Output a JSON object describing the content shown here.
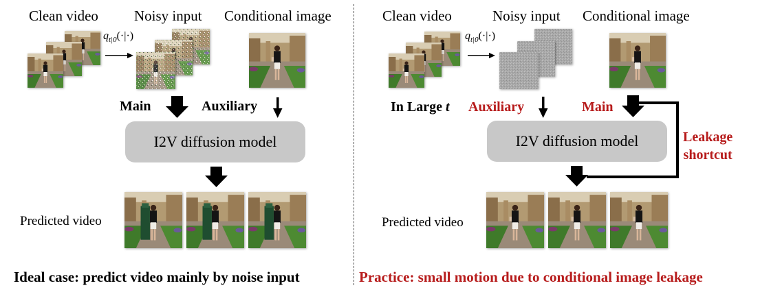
{
  "left": {
    "headers": {
      "clean": "Clean video",
      "noisy": "Noisy input",
      "conditional": "Conditional image"
    },
    "q_label": {
      "base": "q",
      "sub": "t|0",
      "args": "(·|·)"
    },
    "main_label": "Main",
    "auxiliary_label": "Auxiliary",
    "model_label": "I2V diffusion model",
    "predicted_label": "Predicted video",
    "caption": "Ideal case: predict video mainly by noise input"
  },
  "right": {
    "headers": {
      "clean": "Clean video",
      "noisy": "Noisy input",
      "conditional": "Conditional image"
    },
    "q_label": {
      "base": "q",
      "sub": "t|0",
      "args": "(·|·)"
    },
    "in_large_prefix": "In Large ",
    "in_large_var": "t",
    "auxiliary_label": "Auxiliary",
    "main_label": "Main",
    "model_label": "I2V diffusion model",
    "leakage_line1": "Leakage",
    "leakage_line2": "shortcut",
    "predicted_label": "Predicted video",
    "caption": "Practice: small motion due to conditional image leakage"
  },
  "colors": {
    "red": "#b71c1c",
    "model_fill": "#c8c8c8",
    "grass": "#4d7a2c",
    "sky": "#c9b48a"
  }
}
